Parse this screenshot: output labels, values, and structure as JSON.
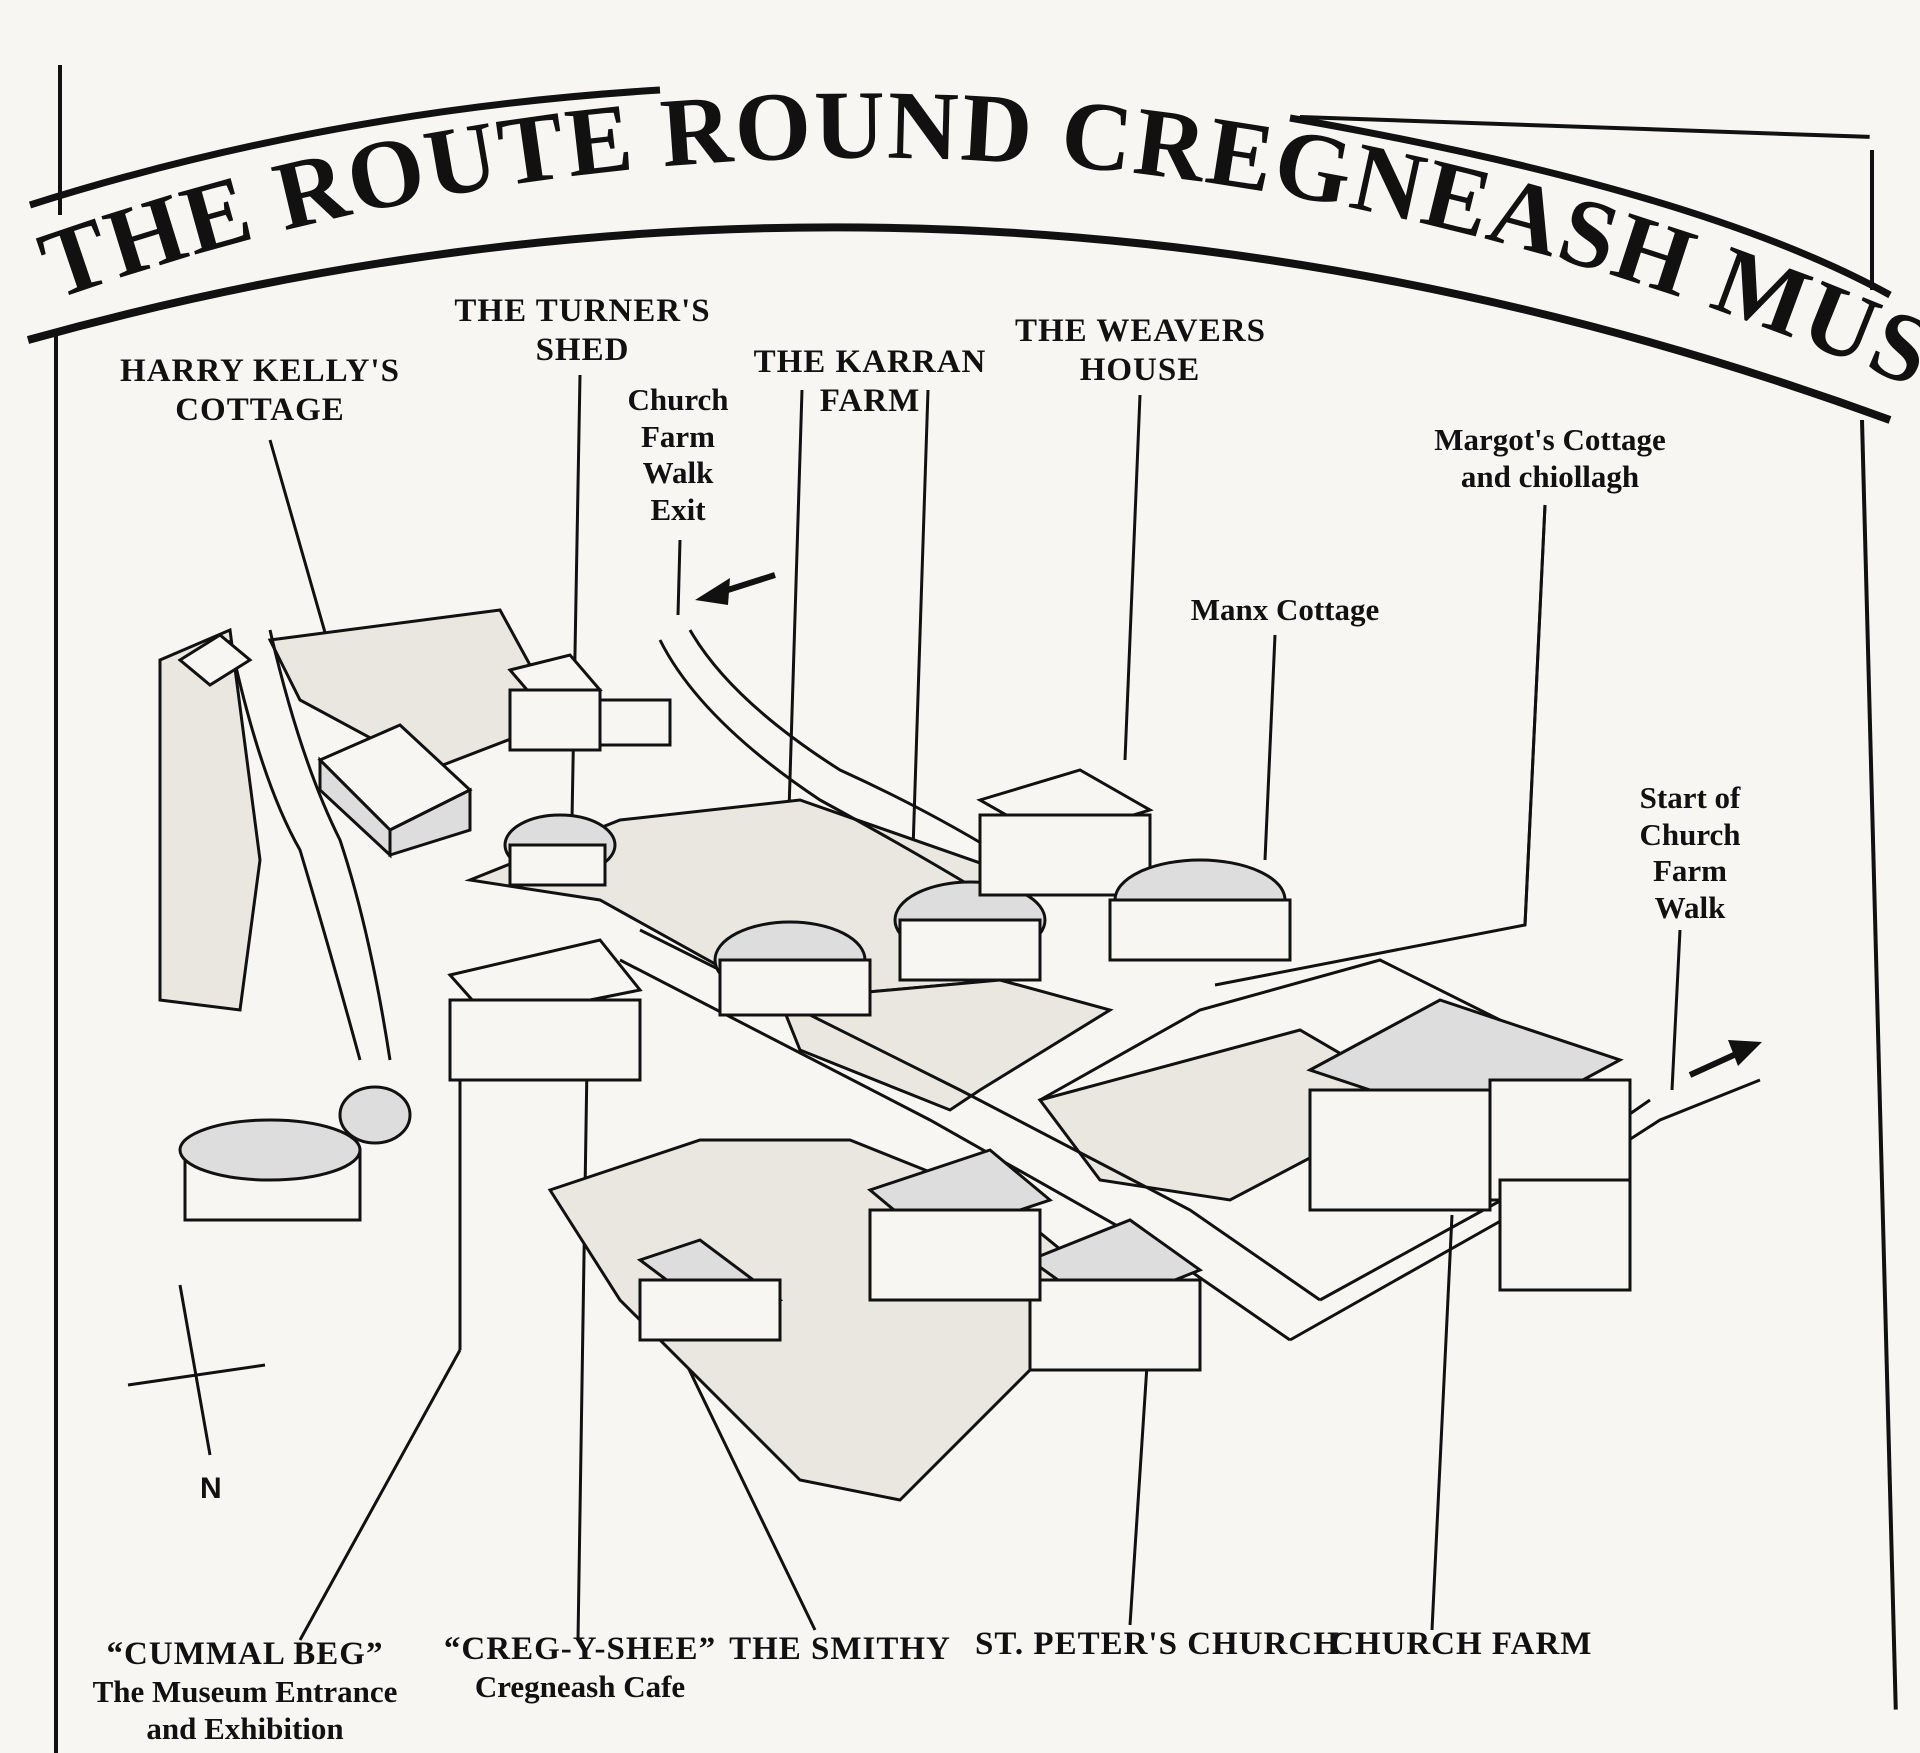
{
  "title": "THE ROUTE ROUND CREGNEASH MUSEUM",
  "compass": {
    "north_label": "N"
  },
  "labels": {
    "harry_kelly": [
      "HARRY KELLY'S",
      "COTTAGE"
    ],
    "turners_shed": [
      "THE TURNER'S",
      "SHED"
    ],
    "church_farm_walk_exit": [
      "Church",
      "Farm",
      "Walk",
      "Exit"
    ],
    "karran_farm": [
      "THE KARRAN",
      "FARM"
    ],
    "weavers_house": [
      "THE WEAVERS",
      "HOUSE"
    ],
    "margots_cottage": [
      "Margot's Cottage",
      "and chiollagh"
    ],
    "manx_cottage": "Manx Cottage",
    "start_church_farm_walk": [
      "Start of",
      "Church",
      "Farm",
      "Walk"
    ],
    "cummal_beg": {
      "name": "“CUMMAL BEG”",
      "line1": "The Museum Entrance",
      "line2": "and Exhibition"
    },
    "creg_y_shee": {
      "name": "“CREG-Y-SHEE”",
      "line1": "Cregneash Cafe"
    },
    "smithy": "THE SMITHY",
    "st_peters_church": "ST. PETER'S CHURCH",
    "church_farm": "CHURCH FARM"
  },
  "colors": {
    "ink": "#111111",
    "paper": "#f7f6f2",
    "field": "#e9e7e0"
  }
}
